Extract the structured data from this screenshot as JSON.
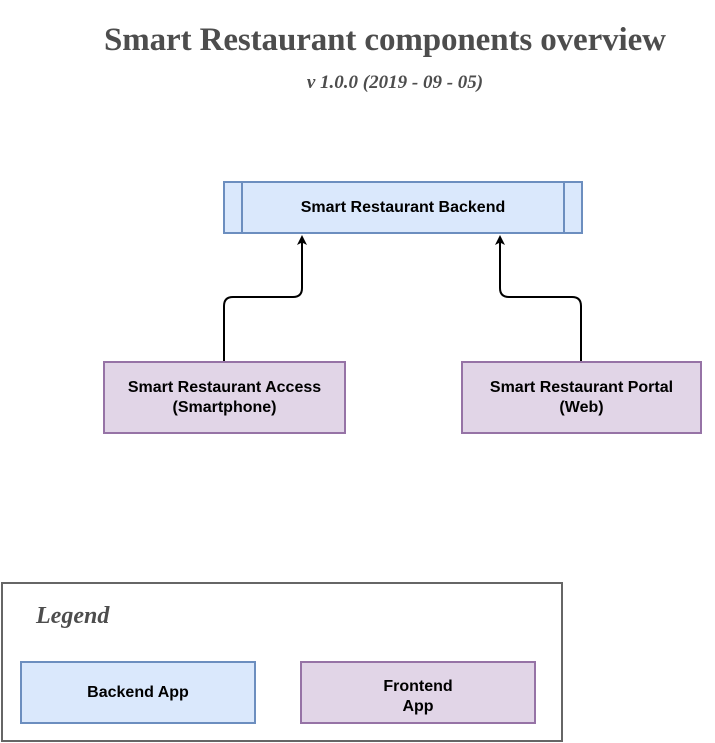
{
  "title": "Smart Restaurant components overview",
  "subtitle": "v 1.0.0 (2019 - 09 - 05)",
  "nodes": {
    "backend": "Smart Restaurant Backend",
    "access": "Smart Restaurant Access\n(Smartphone)",
    "portal": "Smart Restaurant Portal\n(Web)"
  },
  "edges": [
    {
      "from": "Smart Restaurant Access",
      "to": "Smart Restaurant Backend"
    },
    {
      "from": "Smart Restaurant Portal",
      "to": "Smart Restaurant Backend"
    }
  ],
  "legend": {
    "title": "Legend",
    "backend_label": "Backend App",
    "frontend_label": "Frontend\nApp"
  },
  "colors": {
    "backend_fill": "#dae8fc",
    "backend_stroke": "#6c8ebf",
    "frontend_fill": "#e1d5e7",
    "frontend_stroke": "#9673a6",
    "title_text": "#4d4d4d",
    "legend_border": "#666666"
  }
}
